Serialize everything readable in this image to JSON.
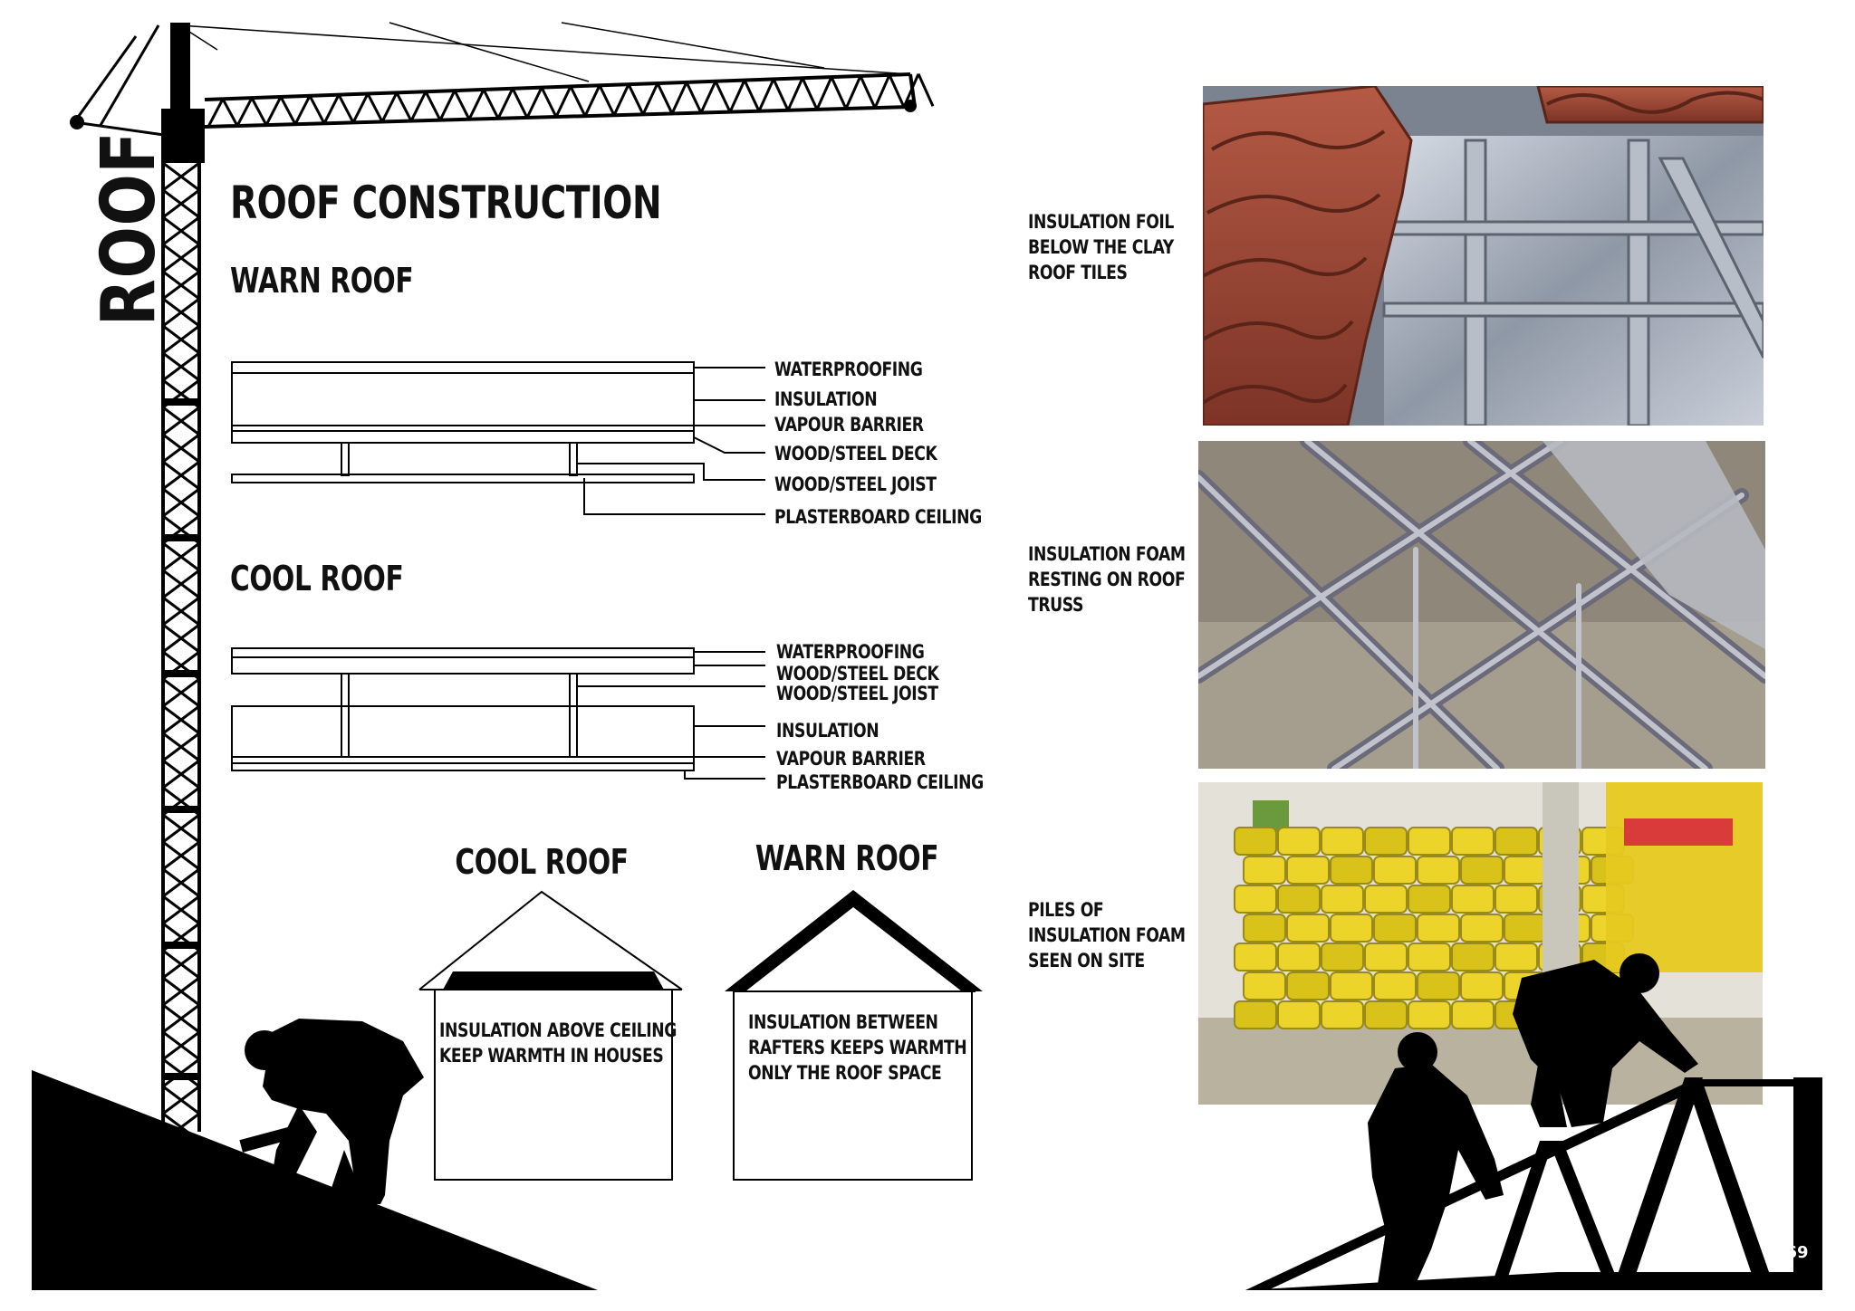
{
  "side_title": "ROOF",
  "title": "ROOF CONSTRUCTION",
  "warm_section": {
    "heading": "WARN ROOF",
    "labels": [
      "WATERPROOFING",
      "INSULATION",
      "VAPOUR BARRIER",
      "WOOD/STEEL DECK",
      "WOOD/STEEL JOIST",
      "PLASTERBOARD CEILING"
    ]
  },
  "cool_section": {
    "heading": "COOL ROOF",
    "labels": [
      "WATERPROOFING",
      "WOOD/STEEL DECK",
      "WOOD/STEEL JOIST",
      "INSULATION",
      "VAPOUR BARRIER",
      "PLASTERBOARD CEILING"
    ]
  },
  "houses": {
    "cool": {
      "title": "COOL ROOF",
      "text": [
        "INSULATION ABOVE CEILING",
        "KEEP WARMTH IN HOUSES"
      ]
    },
    "warm": {
      "title": "WARN ROOF",
      "text": [
        "INSULATION BETWEEN",
        "RAFTERS KEEPS WARMTH",
        "ONLY THE ROOF SPACE"
      ]
    }
  },
  "photos": [
    {
      "caption": [
        "INSULATION FOIL",
        "BELOW THE CLAY",
        "ROOF TILES"
      ]
    },
    {
      "caption": [
        "INSULATION FOAM",
        "RESTING ON ROOF",
        "TRUSS"
      ]
    },
    {
      "caption": [
        "PILES OF",
        "INSULATION FOAM",
        "SEEN ON SITE"
      ]
    }
  ],
  "page_number": "69"
}
